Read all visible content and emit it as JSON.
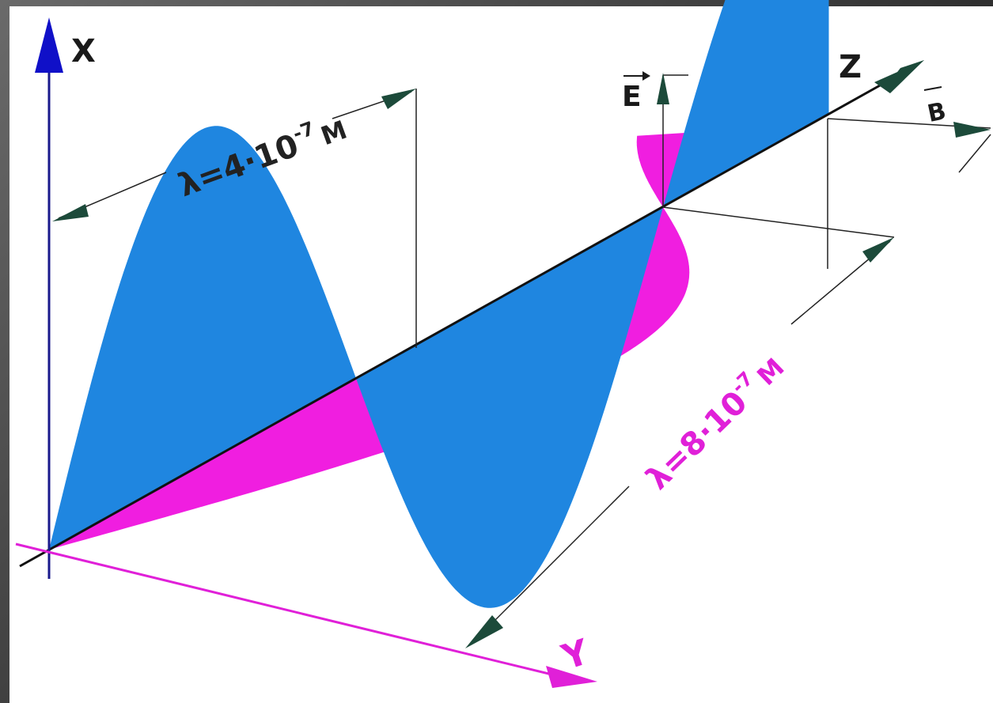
{
  "diagram": {
    "axes": {
      "x_label": "X",
      "y_label": "Y",
      "z_label": "Z"
    },
    "vectors": {
      "e_label": "E",
      "b_label": "B"
    },
    "dimensions": {
      "top_wavelength": "λ=4·10",
      "top_exponent": "-7",
      "top_unit": "M",
      "bottom_wavelength": "λ=8·10",
      "bottom_exponent": "-7",
      "bottom_unit": "M"
    },
    "colors": {
      "electric_wave": "#1f86e0",
      "magnetic_wave": "#f01ee0",
      "x_axis": "#1a1a8c",
      "x_arrow": "#1010c8",
      "y_axis": "#e020d8",
      "propagation_axis": "#111111",
      "dimension_arrows": "#1c4a3a",
      "top_text": "#222222",
      "bottom_text": "#e020d8"
    }
  }
}
